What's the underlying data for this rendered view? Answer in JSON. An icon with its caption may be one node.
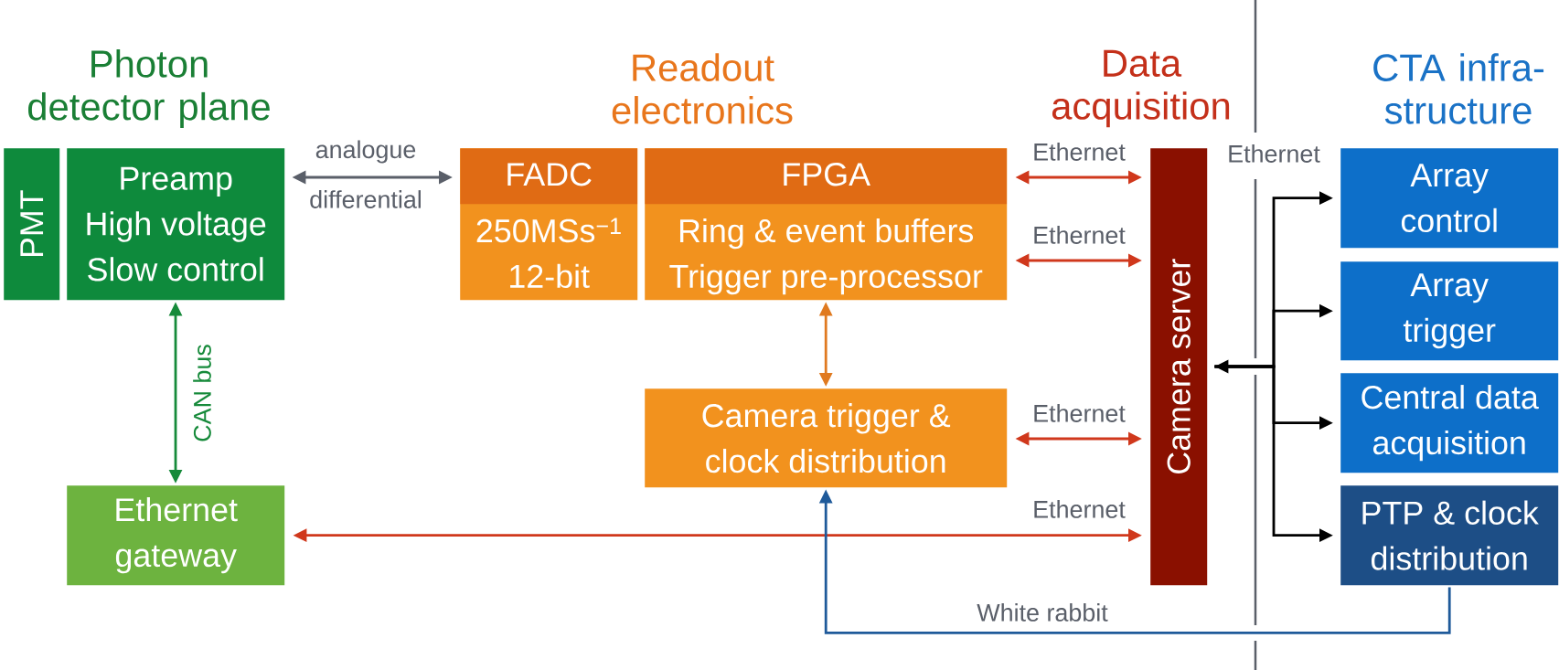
{
  "diagram": {
    "nodes": [
      {
        "text": [
          "PMT"
        ]
      },
      {
        "text": [
          "Preamp",
          "High voltage",
          "Slow control"
        ]
      },
      {
        "text": [
          "Ethernet gateway"
        ]
      },
      {
        "text": [
          "FADC",
          "250MSs$^{−1}$",
          "12-bit"
        ]
      },
      {
        "text": [
          "FPGA",
          "Ring & event buffers",
          "Trigger pre-processor"
        ]
      },
      {
        "text": [
          "Camera trigger & clock distribution"
        ]
      },
      {
        "text": [
          "Camera server"
        ]
      },
      {
        "text": [
          "Array control"
        ]
      },
      {
        "text": [
          "Array trigger"
        ]
      },
      {
        "text": [
          "Central data acquisition"
        ]
      },
      {
        "text": [
          "PTP & clock distribution"
        ]
      }
    ],
    "edges": [
      {
        "from": 1,
        "to": 3,
        "arrow": "both",
        "label": "analogue",
        "color": "#5a5f69"
      },
      {
        "from": 4,
        "to": 6,
        "arrow": "both",
        "label": "Ethernet"
      },
      {
        "from": 4,
        "to": 6,
        "arrow": "both",
        "label": "Ethernet"
      },
      {
        "from": 4,
        "to": 5,
        "arrow": "both",
        "color": "#e07a20"
      },
      {
        "from": 5,
        "to": 6,
        "arrow": "both",
        "label": "Ethernet"
      },
      {
        "from": 2,
        "to": 6,
        "arrow": "both",
        "label": "Ethernet"
      },
      {
        "from": 1,
        "to": 2,
        "arrow": "both",
        "label": "CAN bus",
        "color": "#168a3a"
      },
      {
        "from": 10,
        "to": 5,
        "arrow": "to",
        "label": "White rabbit",
        "color": "#1f5a9a"
      },
      {
        "from": 6,
        "to": 7,
        "arrow": "both",
        "label": "Ethernet",
        "color": "#000000"
      },
      {
        "from": 6,
        "to": 8,
        "arrow": "to",
        "color": "#000000"
      },
      {
        "from": 6,
        "to": 9,
        "arrow": "to",
        "color": "#000000"
      },
      {
        "from": 6,
        "to": 10,
        "arrow": "to",
        "color": "#000000"
      }
    ],
    "labels": [
      "Photon detector plane",
      "Readout electronics",
      "Data acquisition",
      "CTA infra-structure",
      "differential"
    ]
  }
}
